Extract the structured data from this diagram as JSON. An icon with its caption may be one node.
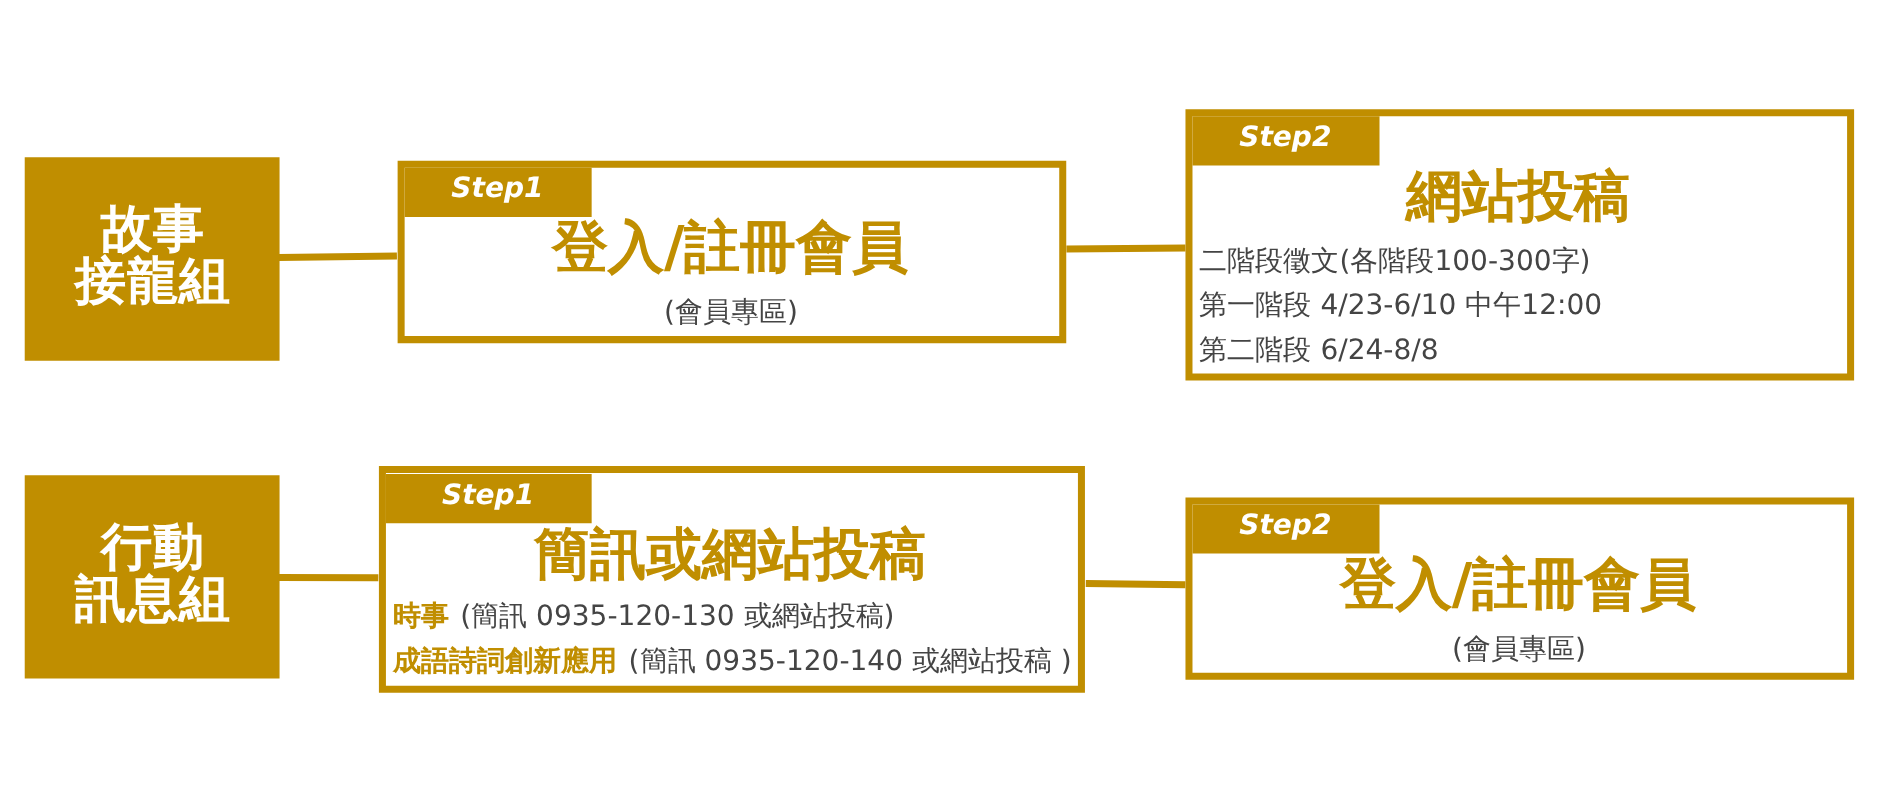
{
  "diagram": {
    "nodes": [
      {
        "text": [
          "故事接龍組"
        ]
      },
      {
        "text": [
          "Step1",
          "登入/註冊會員",
          "(會員專區)"
        ]
      },
      {
        "text": [
          "Step2",
          "網站投稿",
          "二階段徵文(各階段100-300字)",
          "第一階段 4/23-6/10 中午12:00",
          "第二階段 6/24-8/8"
        ]
      },
      {
        "text": [
          "行動訊息組"
        ]
      },
      {
        "text": [
          "Step1",
          "簡訊或網站投稿",
          "**時事** (簡訊 0935-120-130 或網站投稿)",
          "**成語詩詞創新應用** (簡訊 0935-120-140 或網站投稿 )"
        ]
      },
      {
        "text": [
          "Step2",
          "登入/註冊會員",
          "(會員專區)"
        ]
      }
    ],
    "edges": [
      {
        "from": 0,
        "to": 1,
        "arrow": "none"
      },
      {
        "from": 1,
        "to": 2,
        "arrow": "none"
      },
      {
        "from": 3,
        "to": 4,
        "arrow": "none"
      },
      {
        "from": 4,
        "to": 5,
        "arrow": "none"
      }
    ]
  }
}
